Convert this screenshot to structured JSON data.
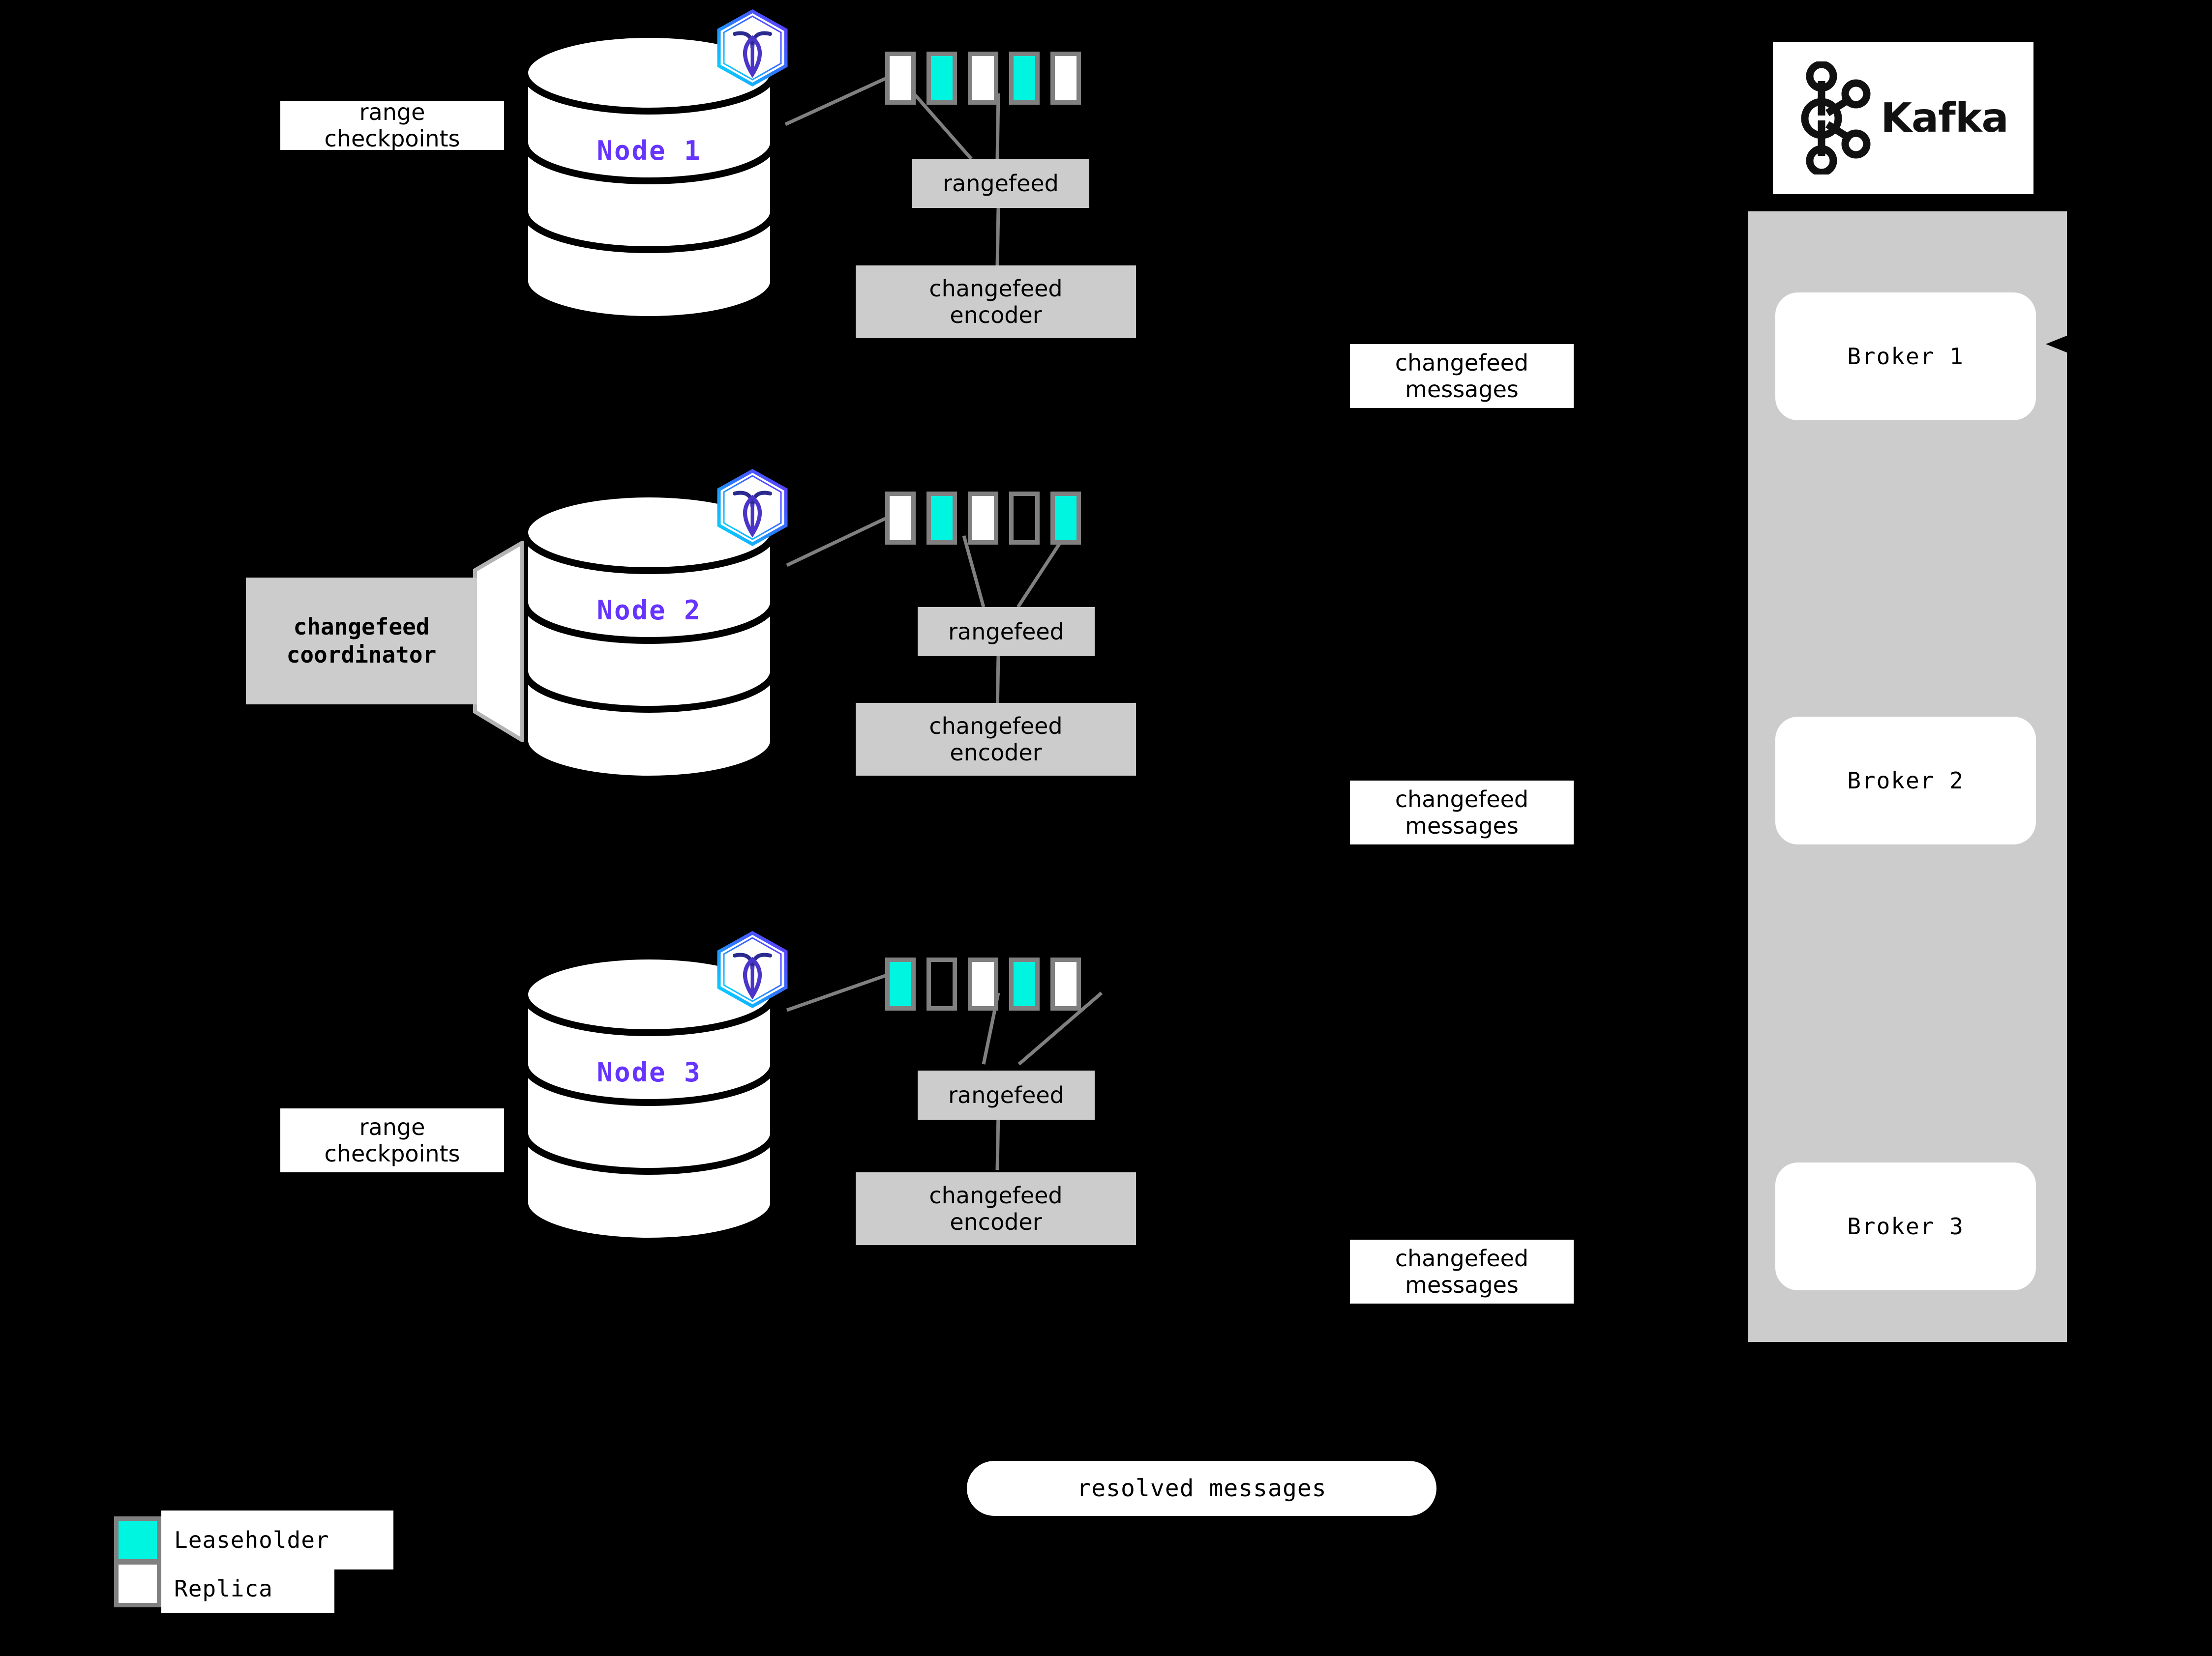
{
  "diagram": {
    "title": "CockroachDB changefeed to Kafka architecture",
    "background_color": "#000000",
    "accent_node_color": "#6633ff",
    "leaseholder_color": "#00f5e1",
    "replica_color": "#ffffff",
    "range_border_color": "#808080",
    "process_box_color": "#cccccc",
    "connector_color": "#808080"
  },
  "nodes": [
    {
      "id": "node1",
      "label": "Node 1",
      "logo_icon": "cockroachdb-hex-logo",
      "ranges": [
        {
          "type": "replica"
        },
        {
          "type": "leaseholder"
        },
        {
          "type": "replica"
        },
        {
          "type": "leaseholder"
        },
        {
          "type": "replica"
        }
      ],
      "rangefeed_label": "rangefeed",
      "encoder_label": "changefeed\nencoder",
      "side_label": "range\ncheckpoints"
    },
    {
      "id": "node2",
      "label": "Node 2",
      "logo_icon": "cockroachdb-hex-logo",
      "ranges": [
        {
          "type": "replica"
        },
        {
          "type": "leaseholder"
        },
        {
          "type": "replica"
        },
        {
          "type": "empty"
        },
        {
          "type": "leaseholder"
        }
      ],
      "rangefeed_label": "rangefeed",
      "encoder_label": "changefeed\nencoder",
      "side_label": "changefeed\ncoordinator"
    },
    {
      "id": "node3",
      "label": "Node 3",
      "logo_icon": "cockroachdb-hex-logo",
      "ranges": [
        {
          "type": "leaseholder"
        },
        {
          "type": "empty"
        },
        {
          "type": "replica"
        },
        {
          "type": "leaseholder"
        },
        {
          "type": "replica"
        }
      ],
      "rangefeed_label": "rangefeed",
      "encoder_label": "changefeed\nencoder",
      "side_label": "range\ncheckpoints"
    }
  ],
  "changefeed_message_labels": [
    {
      "text": "changefeed\nmessages"
    },
    {
      "text": "changefeed\nmessages"
    },
    {
      "text": "changefeed\nmessages"
    }
  ],
  "kafka": {
    "logo_icon": "kafka-node-graph-logo",
    "wordmark": "Kafka",
    "brokers": [
      {
        "label": "Broker 1"
      },
      {
        "label": "Broker 2"
      },
      {
        "label": "Broker 3"
      }
    ]
  },
  "resolved_messages": {
    "label": "resolved messages"
  },
  "legend": {
    "items": [
      {
        "swatch": "leaseholder",
        "label": "Leaseholder"
      },
      {
        "swatch": "replica",
        "label": "Replica"
      }
    ]
  }
}
